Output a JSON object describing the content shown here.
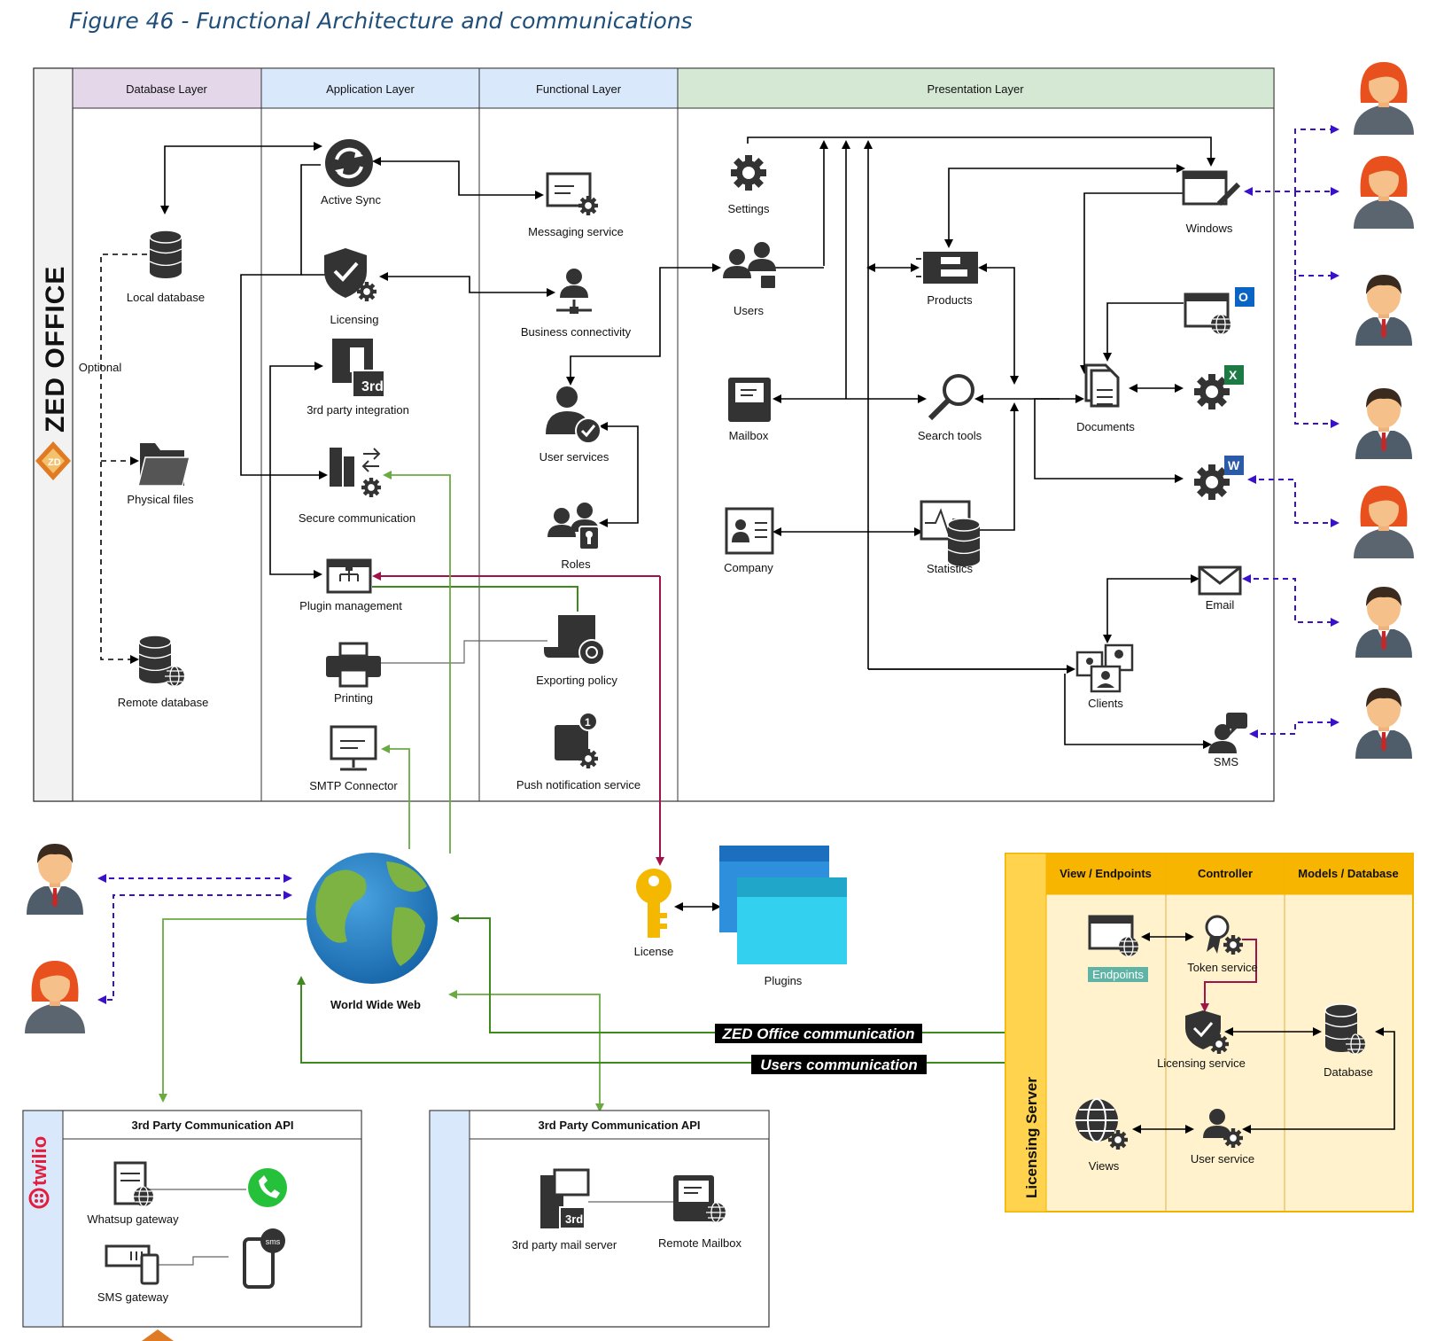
{
  "caption": "Figure 46 - Functional Architecture and communications",
  "brand": {
    "name": "ZED OFFICE"
  },
  "layers": {
    "database": "Database Layer",
    "application": "Application Layer",
    "functional": "Functional Layer",
    "presentation": "Presentation Layer"
  },
  "database_nodes": {
    "local": "Local database",
    "optional": "Optional",
    "physical": "Physical files",
    "remote": "Remote database"
  },
  "application_nodes": {
    "active_sync": "Active Sync",
    "licensing": "Licensing",
    "third_party": "3rd party integration",
    "secure": "Secure communication",
    "plugin": "Plugin management",
    "printing": "Printing",
    "smtp": "SMTP Connector"
  },
  "functional_nodes": {
    "messaging": "Messaging service",
    "business": "Business connectivity",
    "user_services": "User services",
    "roles": "Roles",
    "exporting": "Exporting policy",
    "push": "Push notification service"
  },
  "presentation_nodes": {
    "settings": "Settings",
    "users": "Users",
    "mailbox": "Mailbox",
    "company": "Company",
    "products": "Products",
    "search": "Search tools",
    "statistics": "Statistics",
    "windows": "Windows",
    "documents": "Documents",
    "email": "Email",
    "clients": "Clients",
    "sms": "SMS"
  },
  "external": {
    "www": "World Wide Web",
    "license": "License",
    "plugins": "Plugins",
    "zed_comm": "ZED Office communication",
    "users_comm": "Users  communication"
  },
  "licensing_server": {
    "title": "Licensing Server",
    "columns": {
      "view": "View / Endpoints",
      "controller": "Controller",
      "models": "Models / Database"
    },
    "endpoints": "Endpoints",
    "token": "Token service",
    "licensing": "Licensing service",
    "database": "Database",
    "views": "Views",
    "user_service": "User service"
  },
  "api_left": {
    "title": "3rd Party Communication API",
    "brand": "twilio",
    "whatsapp": "Whatsup gateway",
    "sms": "SMS gateway",
    "sms_bubble": "sms"
  },
  "api_right": {
    "title": "3rd Party Communication API",
    "mail_server": "3rd party mail server",
    "remote_mailbox": "Remote Mailbox"
  },
  "icon_glyphs": {
    "third_party_badge": "3rd",
    "mail_server_badge": "3rd",
    "push_badge": "1",
    "outlook": "O",
    "excel": "X",
    "word": "W"
  },
  "colors": {
    "caption": "#1f4e79",
    "database_header": "#e3d7e9",
    "application_header": "#dae8fc",
    "presentation_header": "#d5e8d4",
    "licensing_fill": "#fff2cc",
    "licensing_border": "#f0b400",
    "arrow_green": "#6aaa43",
    "arrow_darkgreen": "#3e8a1d",
    "arrow_red": "#a0134a",
    "arrow_purple": "#3a10c8"
  }
}
